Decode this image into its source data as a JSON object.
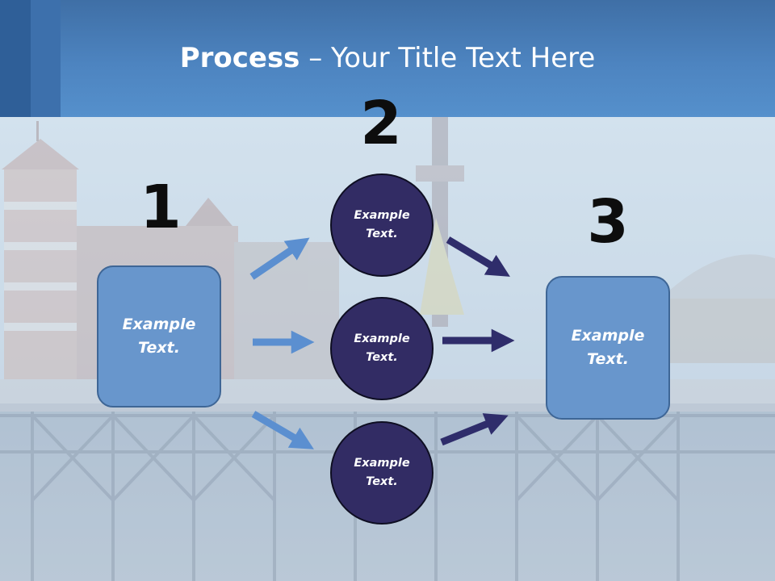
{
  "title": {
    "bold": "Process",
    "rest": " – Your Title Text Here"
  },
  "steps": [
    {
      "number": "1",
      "text": "Example Text."
    },
    {
      "number": "2",
      "texts": [
        "Example Text.",
        "Example Text.",
        "Example Text."
      ]
    },
    {
      "number": "3",
      "text": "Example Text."
    }
  ],
  "colors": {
    "header": "#4d84c0",
    "box_fill": "#6896cc",
    "circle_fill": "#322c64",
    "arrow_light": "#5b8fd0",
    "arrow_dark": "#2f2d6b"
  }
}
